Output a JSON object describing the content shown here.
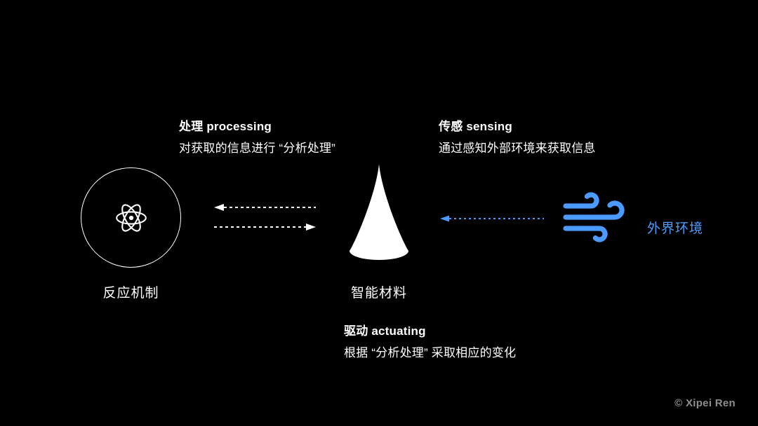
{
  "diagram": {
    "title_hidden": "",
    "nodes": {
      "reaction_mechanism": {
        "label": "反应机制",
        "icon": "atom-icon"
      },
      "smart_material": {
        "label": "智能材料",
        "icon": "cone-shape"
      },
      "external_environment": {
        "label": "外界环境",
        "icon": "wind-icon",
        "color": "#4b9bff"
      }
    },
    "annotations": {
      "processing": {
        "title": "处理 processing",
        "desc": "对获取的信息进行 “分析处理”"
      },
      "sensing": {
        "title": "传感 sensing",
        "desc": "通过感知外部环境来获取信息"
      },
      "actuating": {
        "title": "驱动 actuating",
        "desc": "根据 “分析处理” 采取相应的变化"
      }
    },
    "arrows": {
      "material_to_mechanism": {
        "direction": "left",
        "style": "dashed",
        "color": "#ffffff"
      },
      "mechanism_to_material": {
        "direction": "right",
        "style": "dashed",
        "color": "#ffffff"
      },
      "environment_to_material": {
        "direction": "left",
        "style": "dashed",
        "color": "#4b9bff"
      }
    },
    "credit": "© Xipei Ren"
  },
  "colors": {
    "background": "#000000",
    "text": "#ffffff",
    "accent_blue": "#4b9bff",
    "credit_gray": "#8e8e8e"
  }
}
